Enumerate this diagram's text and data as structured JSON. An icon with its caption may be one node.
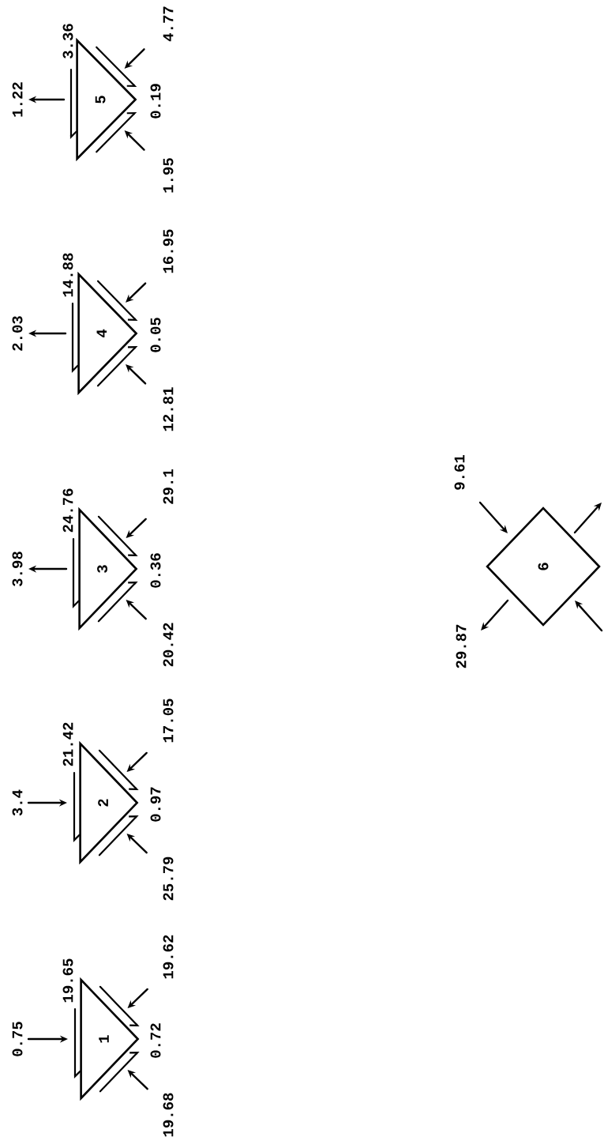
{
  "diagram": {
    "nodes": [
      {
        "text": [
          "1"
        ],
        "beside": [
          "19.65",
          "0.72"
        ]
      },
      {
        "text": [
          "2"
        ],
        "beside": [
          "21.42",
          "0.97"
        ]
      },
      {
        "text": [
          "3"
        ],
        "beside": [
          "24.76",
          "0.36"
        ]
      },
      {
        "text": [
          "4"
        ],
        "beside": [
          "14.88",
          "0.05"
        ]
      },
      {
        "text": [
          "5"
        ],
        "beside": [
          "3.36",
          "0.19"
        ]
      },
      {
        "text": [
          "6"
        ]
      }
    ],
    "edges": [
      {
        "from": null,
        "to": 0,
        "arrow": "to",
        "label": "0.75"
      },
      {
        "from": null,
        "to": 0,
        "arrow": "to",
        "label": "19.68"
      },
      {
        "from": 0,
        "to": null,
        "arrow": "to",
        "label": "19.62"
      },
      {
        "from": null,
        "to": 1,
        "arrow": "to",
        "label": "3.4"
      },
      {
        "from": null,
        "to": 1,
        "arrow": "to",
        "label": "25.79"
      },
      {
        "from": 1,
        "to": null,
        "arrow": "to",
        "label": "17.05"
      },
      {
        "from": 2,
        "to": null,
        "arrow": "to",
        "label": "3.98"
      },
      {
        "from": null,
        "to": 2,
        "arrow": "to",
        "label": "20.42"
      },
      {
        "from": 2,
        "to": null,
        "arrow": "to",
        "label": "29.1"
      },
      {
        "from": 3,
        "to": null,
        "arrow": "to",
        "label": "2.03"
      },
      {
        "from": null,
        "to": 3,
        "arrow": "to",
        "label": "12.81"
      },
      {
        "from": 3,
        "to": null,
        "arrow": "to",
        "label": "16.95"
      },
      {
        "from": 4,
        "to": null,
        "arrow": "to",
        "label": "1.22"
      },
      {
        "from": null,
        "to": 4,
        "arrow": "to",
        "label": "1.95"
      },
      {
        "from": 4,
        "to": null,
        "arrow": "to",
        "label": "4.77"
      },
      {
        "from": null,
        "to": 5,
        "arrow": "to",
        "label": "9.61"
      },
      {
        "from": 5,
        "to": null,
        "arrow": "to"
      },
      {
        "from": null,
        "to": 5,
        "arrow": "to"
      },
      {
        "from": 5,
        "to": null,
        "arrow": "to",
        "label": "29.87"
      }
    ]
  }
}
